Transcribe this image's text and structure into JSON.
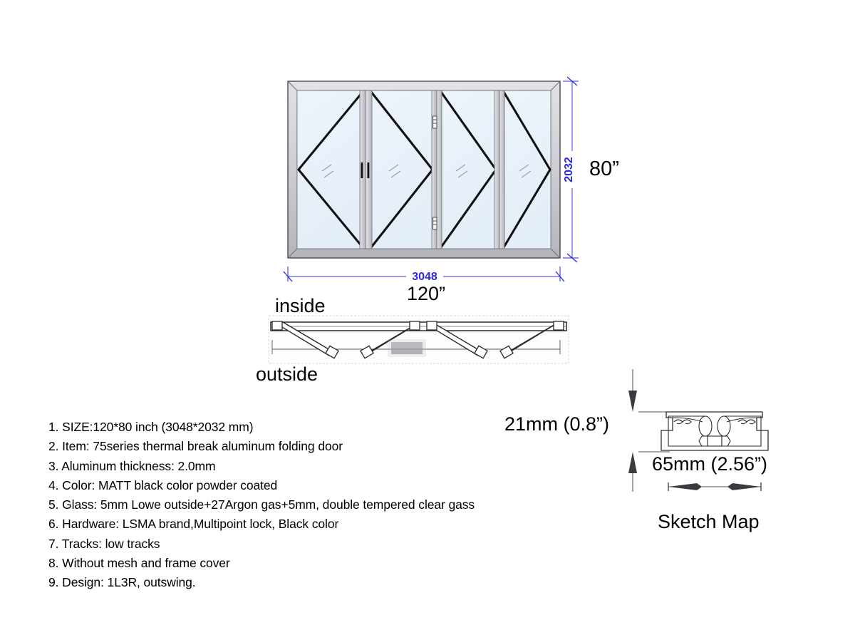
{
  "document": {
    "type": "technical-drawing",
    "subject": "75 series thermal break aluminum folding door",
    "background_color": "#ffffff"
  },
  "elevation": {
    "name": "front-elevation",
    "panel_count": 4,
    "width_dim_mm": "3048",
    "width_dim_inch": "120”",
    "height_dim_mm": "2032",
    "height_dim_inch": "80”",
    "frame_color": "#c9c9cf",
    "glass_color": "#e9f1f9",
    "dimension_color": "#2a2ae0",
    "panels": [
      {
        "id": "panel-1",
        "hinge_side": "left",
        "apex": "left"
      },
      {
        "id": "panel-2",
        "hinge_side": "right",
        "apex": "right"
      },
      {
        "id": "panel-3",
        "hinge_side": "left",
        "apex": "right"
      },
      {
        "id": "panel-4",
        "hinge_side": "right",
        "apex": "right"
      }
    ],
    "hardware": {
      "handles": "two black vertical handle bars at meeting stile",
      "hinges": "ladder hinge markers upper and lower on center stile"
    }
  },
  "plan": {
    "name": "plan-view",
    "label_top": "inside",
    "label_bottom": "outside",
    "configuration": "1L3R outswing fold",
    "redaction": "blurred watermark block"
  },
  "profile": {
    "name": "threshold-profile-section",
    "height_label": "21mm (0.8”)",
    "width_label": "65mm (2.56”)",
    "caption": "Sketch Map"
  },
  "specifications": {
    "title": "specification-list",
    "items": [
      "1. SIZE:120*80 inch (3048*2032 mm)",
      "2. Item: 75series thermal break aluminum folding door",
      "3. Aluminum thickness: 2.0mm",
      "4. Color: MATT black color powder coated",
      "5. Glass: 5mm Lowe outside+27Argon gas+5mm, double tempered clear gass",
      "6. Hardware: LSMA brand,Multipoint lock, Black color",
      "7. Tracks: low tracks",
      "8. Without mesh and frame cover",
      "9. Design: 1L3R, outswing."
    ]
  }
}
